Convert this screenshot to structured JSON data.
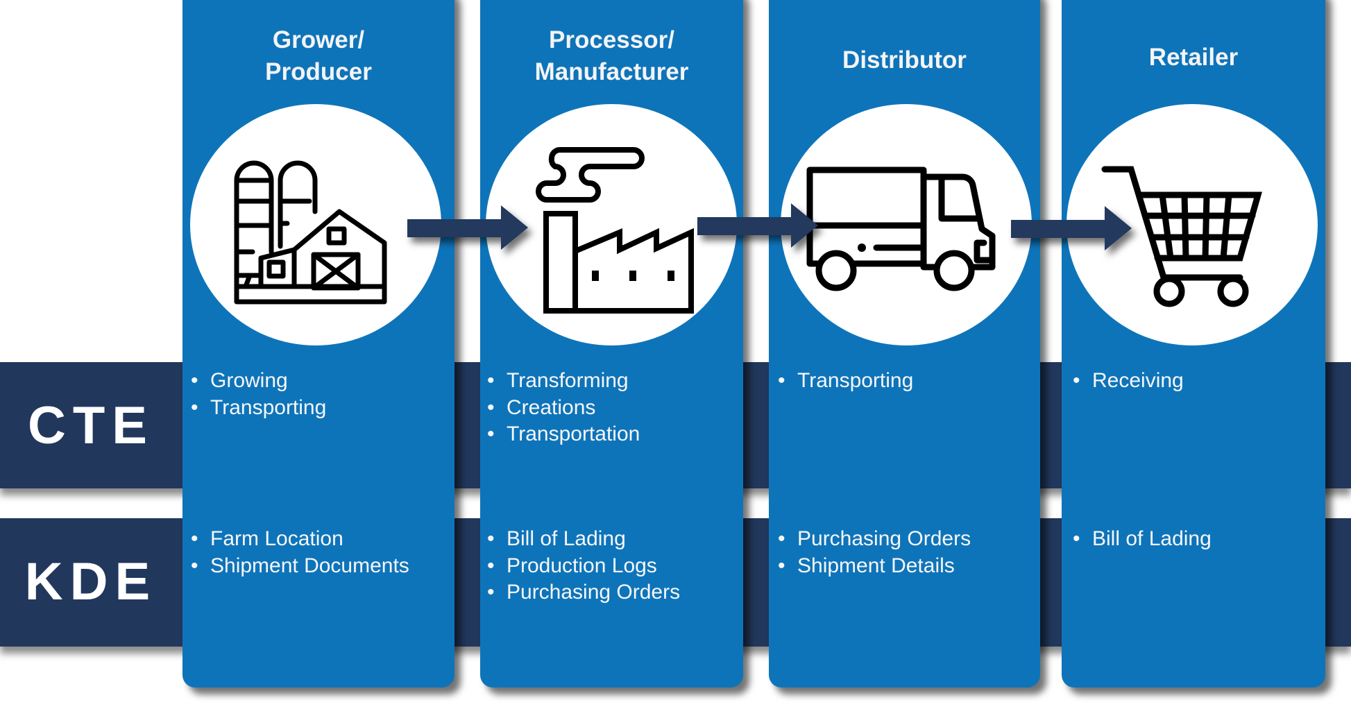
{
  "rows": {
    "cte_label": "CTE",
    "kde_label": "KDE"
  },
  "stages": [
    {
      "title_line1": "Grower/",
      "title_line2": "Producer",
      "icon": "farm-barn-silo-icon",
      "cte": [
        "Growing",
        "Transporting"
      ],
      "kde": [
        "Farm Location",
        "Shipment Documents"
      ]
    },
    {
      "title_line1": "Processor/",
      "title_line2": "Manufacturer",
      "icon": "factory-icon",
      "cte": [
        "Transforming",
        "Creations",
        "Transportation"
      ],
      "kde": [
        "Bill of Lading",
        "Production Logs",
        "Purchasing Orders"
      ]
    },
    {
      "title_line1": "Distributor",
      "title_line2": "",
      "icon": "delivery-truck-icon",
      "cte": [
        "Transporting"
      ],
      "kde": [
        "Purchasing Orders",
        "Shipment Details"
      ]
    },
    {
      "title_line1": "Retailer",
      "title_line2": "",
      "icon": "shopping-cart-icon",
      "cte": [
        "Receiving"
      ],
      "kde": [
        "Bill of Lading"
      ]
    }
  ],
  "colors": {
    "column_blue": "#0e74ba",
    "band_navy": "#22375c",
    "arrow_navy": "#23395e",
    "icon_black": "#000000"
  }
}
